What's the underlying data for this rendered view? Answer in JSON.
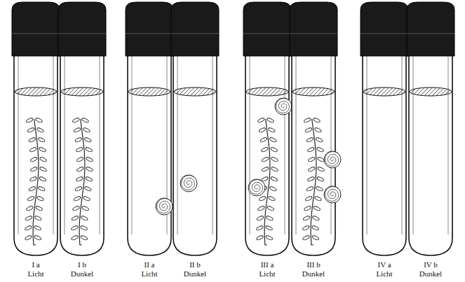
{
  "diagram": {
    "labels": [
      "I a",
      "Licht",
      "I b",
      "Dunkel",
      "II a",
      "Licht",
      "II b",
      "Dunkel",
      "III a",
      "Licht",
      "III b",
      "Dunkel",
      "IV a",
      "Licht",
      "IV b",
      "Dunkel"
    ]
  }
}
